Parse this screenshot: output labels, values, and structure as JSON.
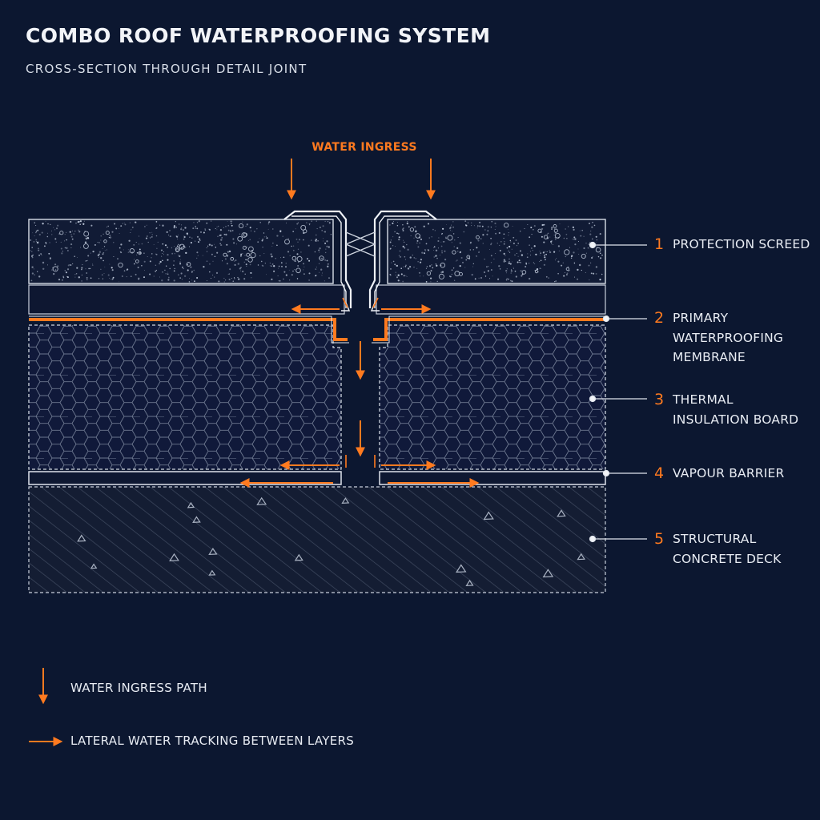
{
  "header": {
    "title": "COMBO ROOF WATERPROOFING SYSTEM",
    "subtitle": "CROSS-SECTION THROUGH DETAIL JOINT"
  },
  "ingress_label": "WATER INGRESS",
  "layers": [
    {
      "number": "1",
      "lines": [
        "PROTECTION SCREED"
      ]
    },
    {
      "number": "2",
      "lines": [
        "PRIMARY",
        "WATERPROOFING",
        "MEMBRANE"
      ]
    },
    {
      "number": "3",
      "lines": [
        "THERMAL",
        "INSULATION BOARD"
      ]
    },
    {
      "number": "4",
      "lines": [
        "VAPOUR BARRIER"
      ]
    },
    {
      "number": "5",
      "lines": [
        "STRUCTURAL",
        "CONCRETE DECK"
      ]
    }
  ],
  "legend": {
    "ingress": "WATER INGRESS PATH",
    "lateral": "LATERAL WATER TRACKING BETWEEN LAYERS"
  },
  "colors": {
    "background": "#0c1730",
    "accent": "#ff7a1f",
    "line": "#e8ecf3"
  }
}
